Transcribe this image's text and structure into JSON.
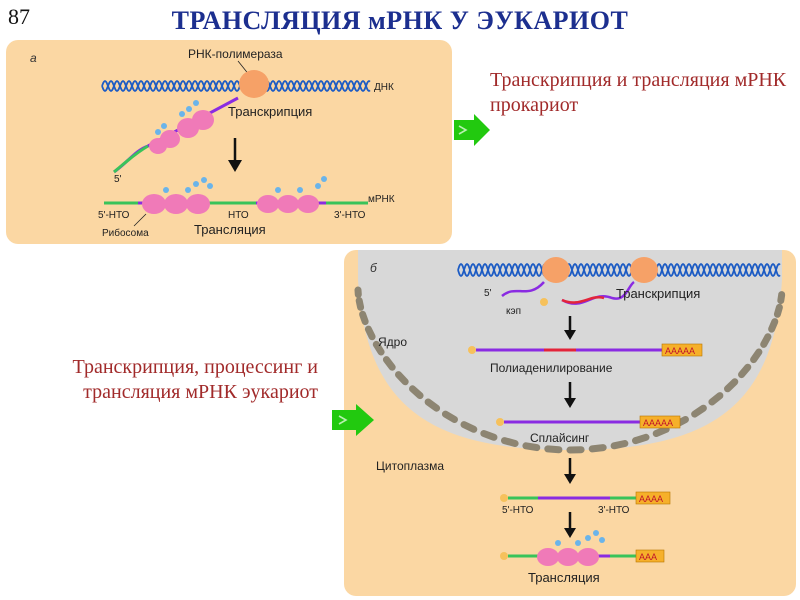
{
  "slide_number": "87",
  "title": "ТРАНСЛЯЦИЯ мРНК У ЭУКАРИОТ",
  "colors": {
    "panel": "#fbd7a3",
    "nucleus": "#d8d8d8",
    "membrane": "#8d8572",
    "dna": "#1d5cc4",
    "mrna": "#8a2be2",
    "utr": "#39c35a",
    "ribosome": "#f07ab8",
    "polymerase": "#f6a167",
    "title": "#1c2f8f",
    "caption": "#a12a2a",
    "arrow": "#22c90f"
  },
  "panel_a": {
    "letter": "а",
    "rna_polymerase": "РНК-полимераза",
    "dna": "ДНК",
    "transcription": "Транскрипция",
    "five_prime": "5'",
    "five_utr": "5'-НТО",
    "inter_utr": "НТО",
    "three_utr": "3'-НТО",
    "mrna": "мРНК",
    "ribosome": "Рибосома",
    "translation": "Трансляция"
  },
  "panel_b": {
    "letter": "б",
    "five_prime": "5'",
    "cap": "кэп",
    "transcription": "Транскрипция",
    "nucleus": "Ядро",
    "polyadenylation": "Полиаденилирование",
    "polya": "AAAAA",
    "splicing": "Сплайсинг",
    "cytoplasm": "Цитоплазма",
    "polya_short": "AAAA",
    "five_utr": "5'-НТО",
    "three_utr": "3'-НТО",
    "polya_shorter": "AAA",
    "translation": "Трансляция"
  },
  "caption_prokaryote": "Транскрипция и трансляция мРНК прокариот",
  "caption_eukaryote": "Транскрипция, процессинг и трансляция мРНК эукариот"
}
